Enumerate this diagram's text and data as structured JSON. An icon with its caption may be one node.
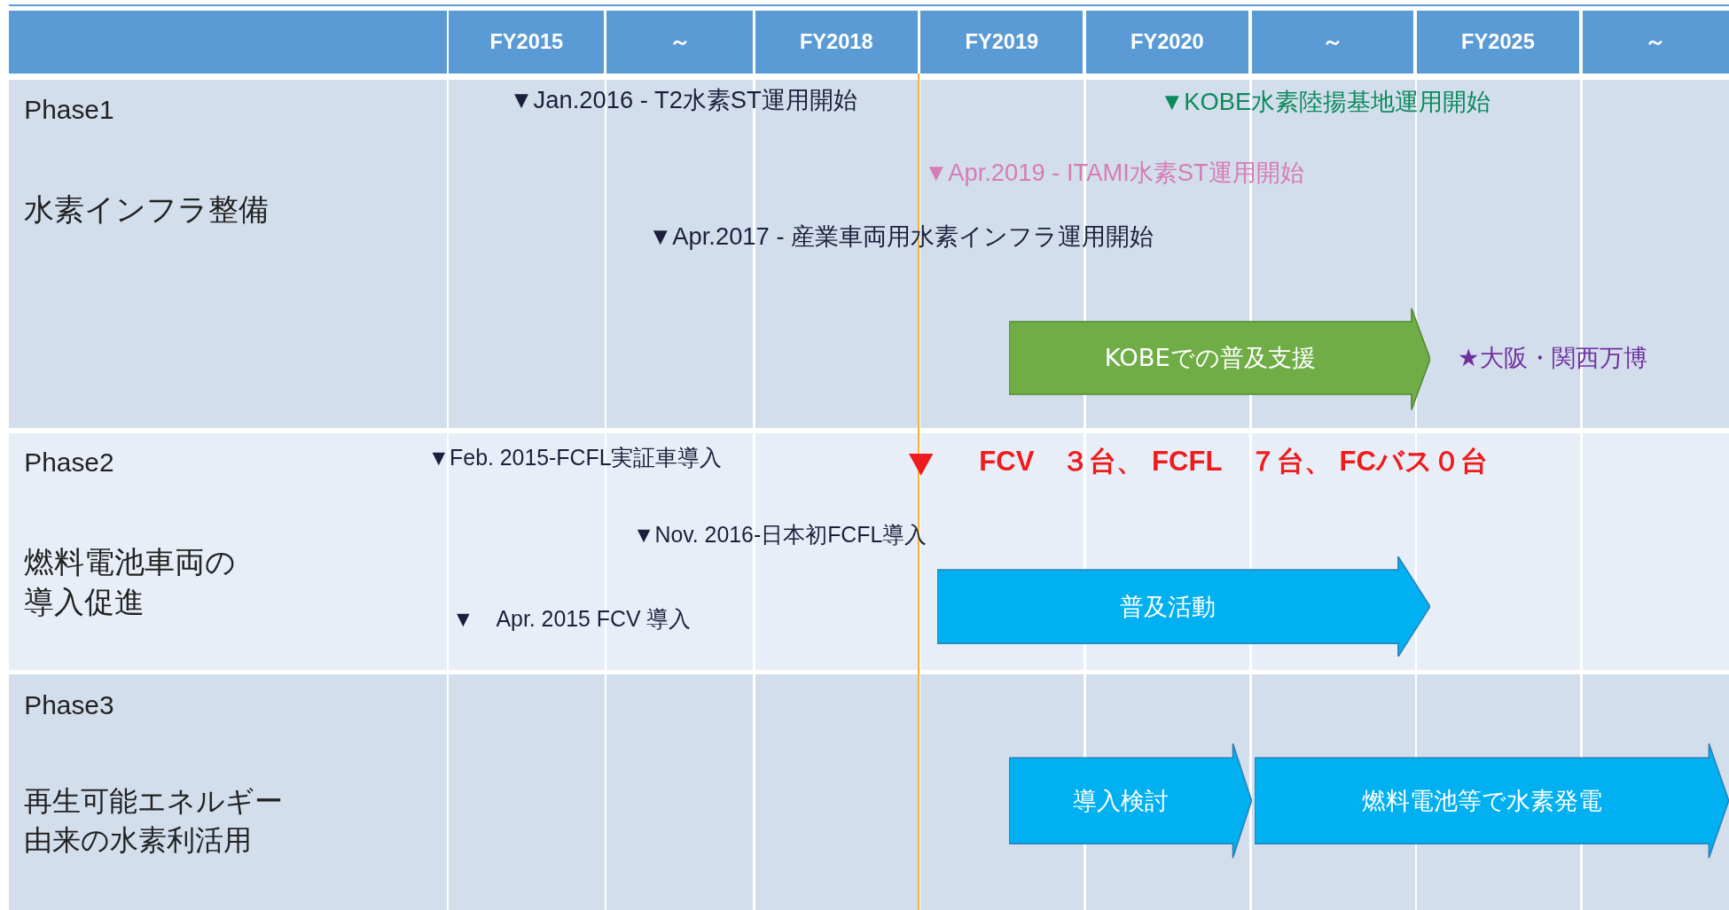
{
  "diagram": {
    "nodes": [
      {
        "text": [
          "KOBEでの普及支援"
        ]
      },
      {
        "text": [
          "普及活動"
        ]
      },
      {
        "text": [
          "導入検討"
        ]
      },
      {
        "text": [
          "燃料電池等で水素発電"
        ]
      }
    ],
    "labels": [
      "FY2015",
      "～",
      "FY2018",
      "FY2019",
      "FY2020",
      "～",
      "FY2025",
      "～",
      "Phase1",
      "水素インフラ整備",
      "Phase2",
      "燃料電池車両の導入促進",
      "Phase3",
      "再生可能エネルギー由来の水素利活用",
      "▼Jan.2016 - T2水素ST運用開始",
      "▼KOBE水素陸揚基地運用開始",
      "▼Apr.2019 - ITAMI水素ST運用開始",
      "▼Apr.2017 - 産業車両用水素インフラ運用開始",
      "★大阪・関西万博",
      "▼Feb. 2015-FCFL実証車導入",
      "FCV　３台、 FCFL　７台、 FCバス０台",
      "▼Nov. 2016-日本初FCFL導入",
      "▼　Apr. 2015 FCV 導入"
    ]
  }
}
